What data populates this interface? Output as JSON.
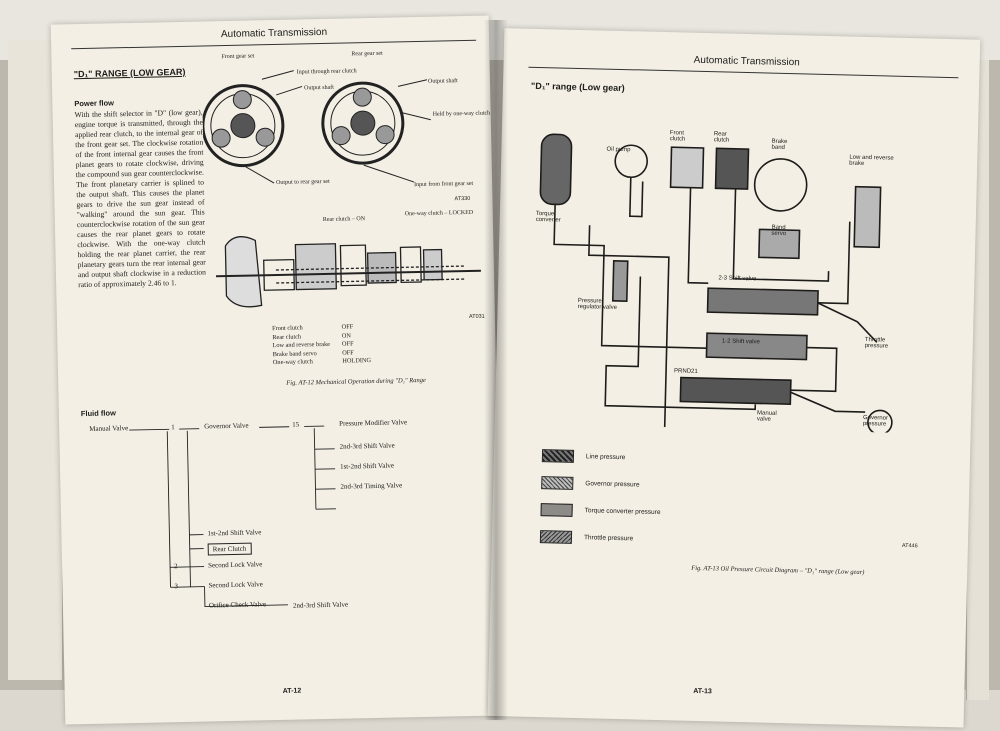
{
  "left_page": {
    "running_head": "Automatic Transmission",
    "section_title": "\"D₁\" RANGE (LOW GEAR)",
    "power_flow_heading": "Power flow",
    "power_flow_text": "With the shift selector in \"D\" (low gear), engine torque is transmitted, through the applied rear clutch, to the internal gear of the front gear set. The clockwise rotation of the front internal gear causes the front planet gears to rotate clockwise, driving the compound sun gear counterclockwise. The front planetary carrier is splined to the output shaft. This causes the planet gears to drive the sun gear instead of \"walking\" around the sun gear. This counterclockwise rotation of the sun gear causes the rear planet gears to rotate clockwise. With the one-way clutch holding the rear planet carrier, the rear planetary gears turn the rear internal gear and output shaft clockwise in a reduction ratio of approximately 2.46 to 1.",
    "gear_diagram": {
      "front_label": "Front gear set",
      "rear_label": "Rear gear set",
      "callout_input_rear_clutch": "Input through rear clutch",
      "callout_output_shaft_1": "Output shaft",
      "callout_output_shaft_2": "Output shaft",
      "callout_held": "Held by one-way clutch",
      "callout_output_rear": "Output to rear gear set",
      "callout_input_front": "Input from front gear set",
      "ref": "AT330"
    },
    "section_diagram": {
      "rear_clutch_label": "Rear clutch – ON",
      "one_way_label": "One-way clutch – LOCKED",
      "ref": "AT031"
    },
    "status_table": [
      {
        "component": "Front clutch",
        "state": "OFF"
      },
      {
        "component": "Rear clutch",
        "state": "ON"
      },
      {
        "component": "Low and reverse brake",
        "state": "OFF"
      },
      {
        "component": "Brake band servo",
        "state": "OFF"
      },
      {
        "component": "One-way clutch",
        "state": "HOLDING"
      }
    ],
    "figure_caption": "Fig. AT-12  Mechanical Operation during \"D₁\" Range",
    "fluid_flow": {
      "heading": "Fluid flow",
      "manual_valve": "Manual Valve",
      "num_1": "1",
      "num_2": "2",
      "num_3": "3",
      "num_15": "15",
      "governor_valve": "Governor Valve",
      "pressure_modifier": "Pressure Modifier Valve",
      "shift_2_3": "2nd-3rd Shift Valve",
      "shift_1_2": "1st-2nd Shift Valve",
      "timing_2_3": "2nd-3rd Timing Valve",
      "shift_1_2_b": "1st-2nd Shift Valve",
      "rear_clutch": "Rear Clutch",
      "second_lock_1": "Second Lock Valve",
      "second_lock_2": "Second Lock Valve",
      "orifice_check": "Orifice Check Valve",
      "shift_2_3_b": "2nd-3rd Shift Valve"
    },
    "folio": "AT-12"
  },
  "right_page": {
    "running_head": "Automatic Transmission",
    "section_title": "\"D₁\" range (Low gear)",
    "labels": {
      "oil_pump": "Oil pump",
      "front_clutch": "Front clutch",
      "rear_clutch": "Rear clutch",
      "brake_band": "Brake band",
      "low_reverse": "Low and reverse brake",
      "torque_converter": "Torque converter",
      "band_servo": "Band servo",
      "shift_2_3": "2-3 Shift valve",
      "pressure_regulator": "Pressure regulator valve",
      "shift_1_2": "1-2 Shift valve",
      "throttle_pressure": "Throttle pressure",
      "prnd21": "PRND21",
      "manual_valve": "Manual valve",
      "governor_pressure": "Governor pressure"
    },
    "legend": [
      {
        "label": "Line pressure",
        "pattern": "sw-line"
      },
      {
        "label": "Governor pressure",
        "pattern": "sw-gov"
      },
      {
        "label": "Torque converter pressure",
        "pattern": "sw-tc"
      },
      {
        "label": "Throttle pressure",
        "pattern": "sw-thr"
      }
    ],
    "ref": "AT446",
    "figure_caption": "Fig. AT-13  Oil Pressure Circuit Diagram – \"D₁\" range (Low gear)",
    "folio": "AT-13"
  }
}
